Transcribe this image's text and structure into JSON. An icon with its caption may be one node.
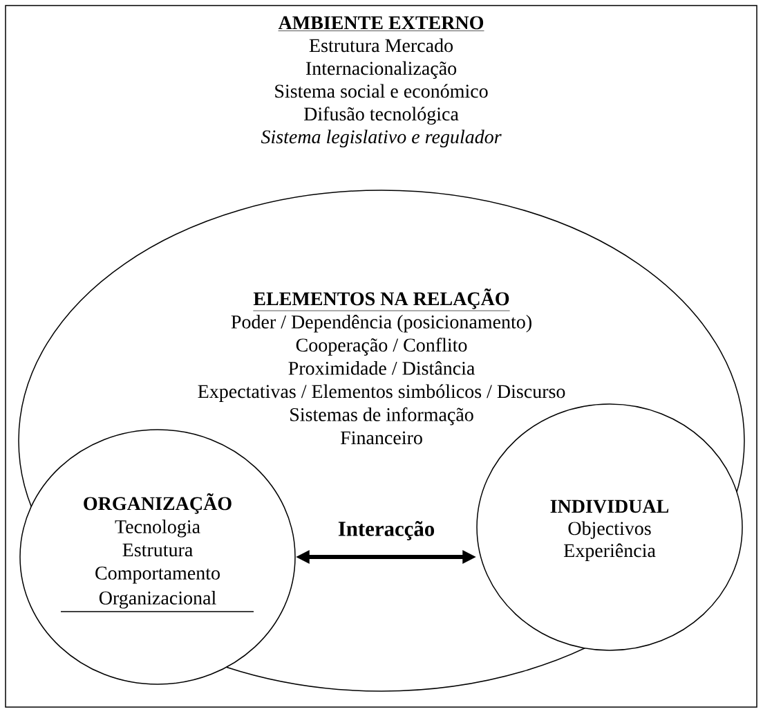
{
  "diagram": {
    "nodes": [
      {
        "text": [
          "AMBIENTE EXTERNO",
          "Estrutura Mercado",
          "Internacionalização",
          "Sistema social e económico",
          "Difusão tecnológica",
          "Sistema legislativo e regulador"
        ]
      },
      {
        "text": [
          "ELEMENTOS NA RELAÇÃO",
          "Poder / Dependência (posicionamento)",
          "Cooperação / Conflito",
          "Proximidade / Distância",
          "Expectativas / Elementos simbólicos / Discurso",
          "Sistemas de informação",
          "Financeiro"
        ],
        "in": 0
      },
      {
        "text": [
          "ORGANIZAÇÃO",
          "Tecnologia",
          "Estrutura",
          "Comportamento Organizacional"
        ],
        "in": 1
      },
      {
        "text": [
          "INDIVIDUAL",
          "Objectivos",
          "Experiência"
        ],
        "in": 1
      }
    ],
    "edges": [
      {
        "from": 2,
        "to": 3,
        "arrow": "both",
        "label": "Interacção"
      }
    ]
  }
}
